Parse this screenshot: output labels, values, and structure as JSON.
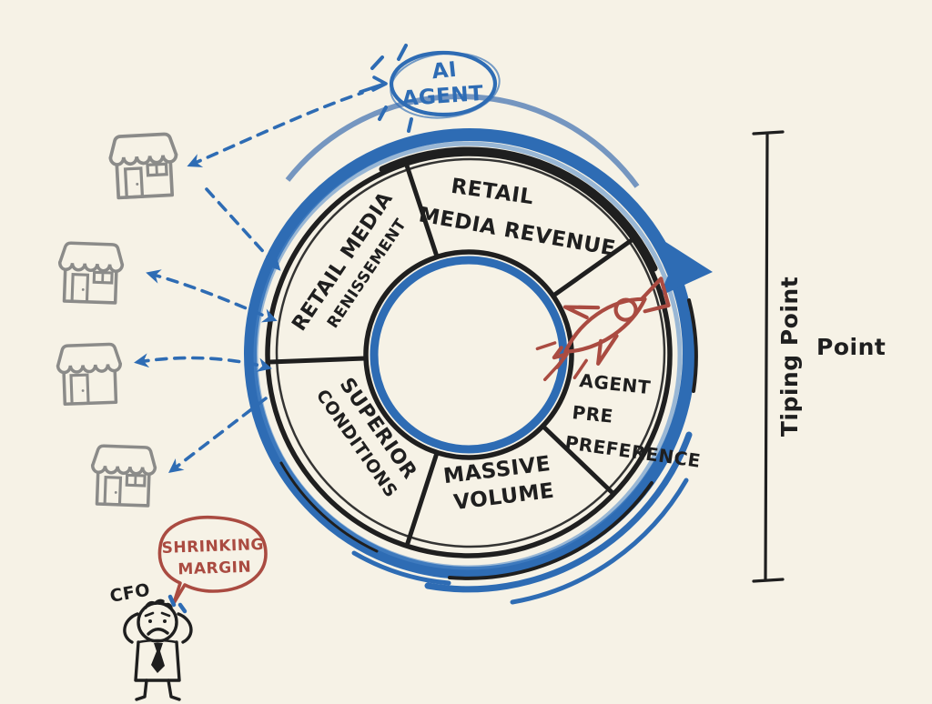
{
  "palette": {
    "background": "#f6f2e6",
    "ink": "#1f1f1f",
    "marker_blue": "#2e6cb4",
    "marker_red": "#aa4b41",
    "store_gray": "#8b8b89"
  },
  "ai_agent": {
    "line1": "AI",
    "line2": "AGENT"
  },
  "flywheel": {
    "segments": [
      {
        "id": "retail-media-revenue",
        "lines": [
          "RETAIL",
          "MEDIA REVENUE"
        ]
      },
      {
        "id": "retail-media-reinvestment",
        "lines": [
          "RETAIL MEDIA",
          "RENISSEMENT"
        ]
      },
      {
        "id": "superior-conditions",
        "lines": [
          "SUPERIOR",
          "CONDITIONS"
        ]
      },
      {
        "id": "massive-volume",
        "lines": [
          "MASSIVE",
          "VOLUME"
        ]
      },
      {
        "id": "agent-pre-preference",
        "lines": [
          "AGENT",
          "PRE",
          "PREFERENCE"
        ]
      }
    ]
  },
  "tipping_point": {
    "vertical_label": "Tiping Point",
    "side_label": "Point"
  },
  "cfo": {
    "label": "CFO",
    "speech_line1": "SHRINKING",
    "speech_line2": "MARGIN"
  },
  "stores": {
    "count": 4
  },
  "icons": {
    "storefront": "storefront-icon",
    "rocket": "rocket-icon",
    "ai_bubble": "ai-agent-bubble",
    "dashed_arrow": "dashed-arrow",
    "speech_bubble": "speech-bubble"
  }
}
